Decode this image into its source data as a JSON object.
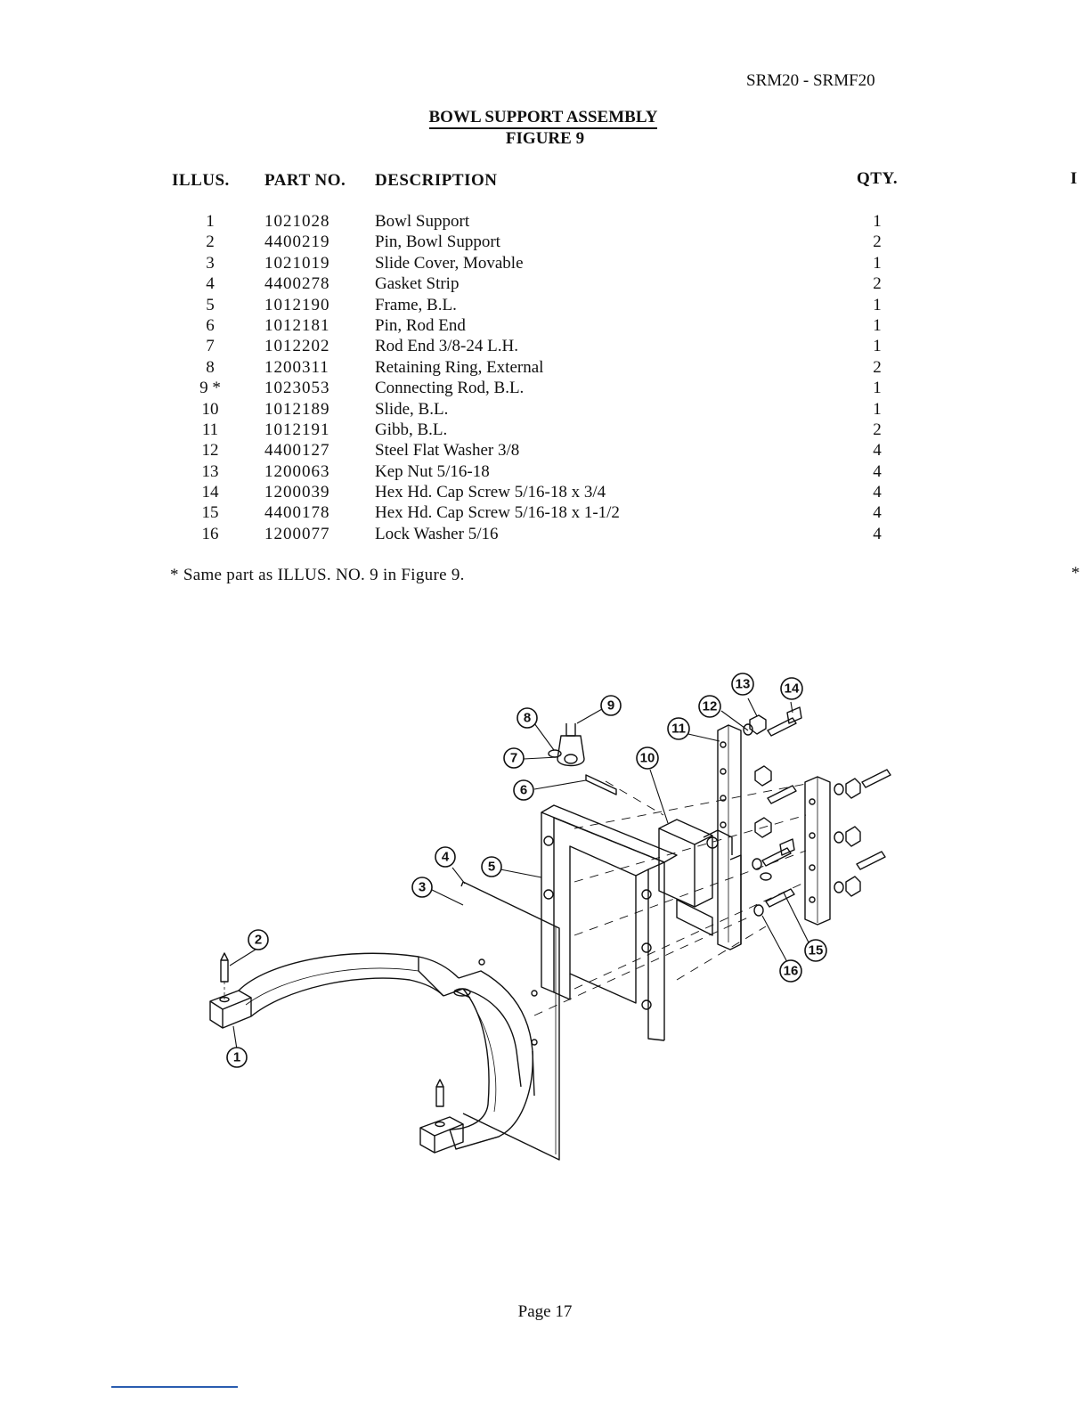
{
  "header": {
    "model_code": "SRM20 - SRMF20",
    "title": "BOWL SUPPORT ASSEMBLY",
    "subtitle": "FIGURE 9"
  },
  "table": {
    "columns": {
      "illus": "ILLUS.",
      "part_no": "PART NO.",
      "description": "DESCRIPTION",
      "qty": "QTY."
    },
    "edge_letter": "I",
    "rows": [
      {
        "illus": "1",
        "part_no": "1021028",
        "description": "Bowl Support",
        "qty": "1"
      },
      {
        "illus": "2",
        "part_no": "4400219",
        "description": "Pin, Bowl Support",
        "qty": "2"
      },
      {
        "illus": "3",
        "part_no": "1021019",
        "description": "Slide Cover, Movable",
        "qty": "1"
      },
      {
        "illus": "4",
        "part_no": "4400278",
        "description": "Gasket Strip",
        "qty": "2"
      },
      {
        "illus": "5",
        "part_no": "1012190",
        "description": "Frame, B.L.",
        "qty": "1"
      },
      {
        "illus": "6",
        "part_no": "1012181",
        "description": "Pin, Rod End",
        "qty": "1"
      },
      {
        "illus": "7",
        "part_no": "1012202",
        "description": "Rod End 3/8-24 L.H.",
        "qty": "1"
      },
      {
        "illus": "8",
        "part_no": "1200311",
        "description": "Retaining Ring, External",
        "qty": "2"
      },
      {
        "illus": "9 *",
        "part_no": "1023053",
        "description": "Connecting Rod, B.L.",
        "qty": "1"
      },
      {
        "illus": "10",
        "part_no": "1012189",
        "description": "Slide, B.L.",
        "qty": "1"
      },
      {
        "illus": "11",
        "part_no": "1012191",
        "description": "Gibb, B.L.",
        "qty": "2"
      },
      {
        "illus": "12",
        "part_no": "4400127",
        "description": "Steel Flat Washer 3/8",
        "qty": "4"
      },
      {
        "illus": "13",
        "part_no": "1200063",
        "description": "Kep Nut 5/16-18",
        "qty": "4"
      },
      {
        "illus": "14",
        "part_no": "1200039",
        "description": "Hex Hd. Cap Screw 5/16-18 x 3/4",
        "qty": "4"
      },
      {
        "illus": "15",
        "part_no": "4400178",
        "description": "Hex Hd. Cap Screw 5/16-18 x 1-1/2",
        "qty": "4"
      },
      {
        "illus": "16",
        "part_no": "1200077",
        "description": "Lock Washer 5/16",
        "qty": "4"
      }
    ],
    "footnote": "* Same part as ILLUS. NO. 9 in Figure 9.",
    "edge_star": "*"
  },
  "diagram": {
    "callouts": [
      "1",
      "2",
      "3",
      "4",
      "5",
      "6",
      "7",
      "8",
      "9",
      "10",
      "11",
      "12",
      "13",
      "14",
      "15",
      "16"
    ]
  },
  "footer": {
    "page_label": "Page 17"
  }
}
